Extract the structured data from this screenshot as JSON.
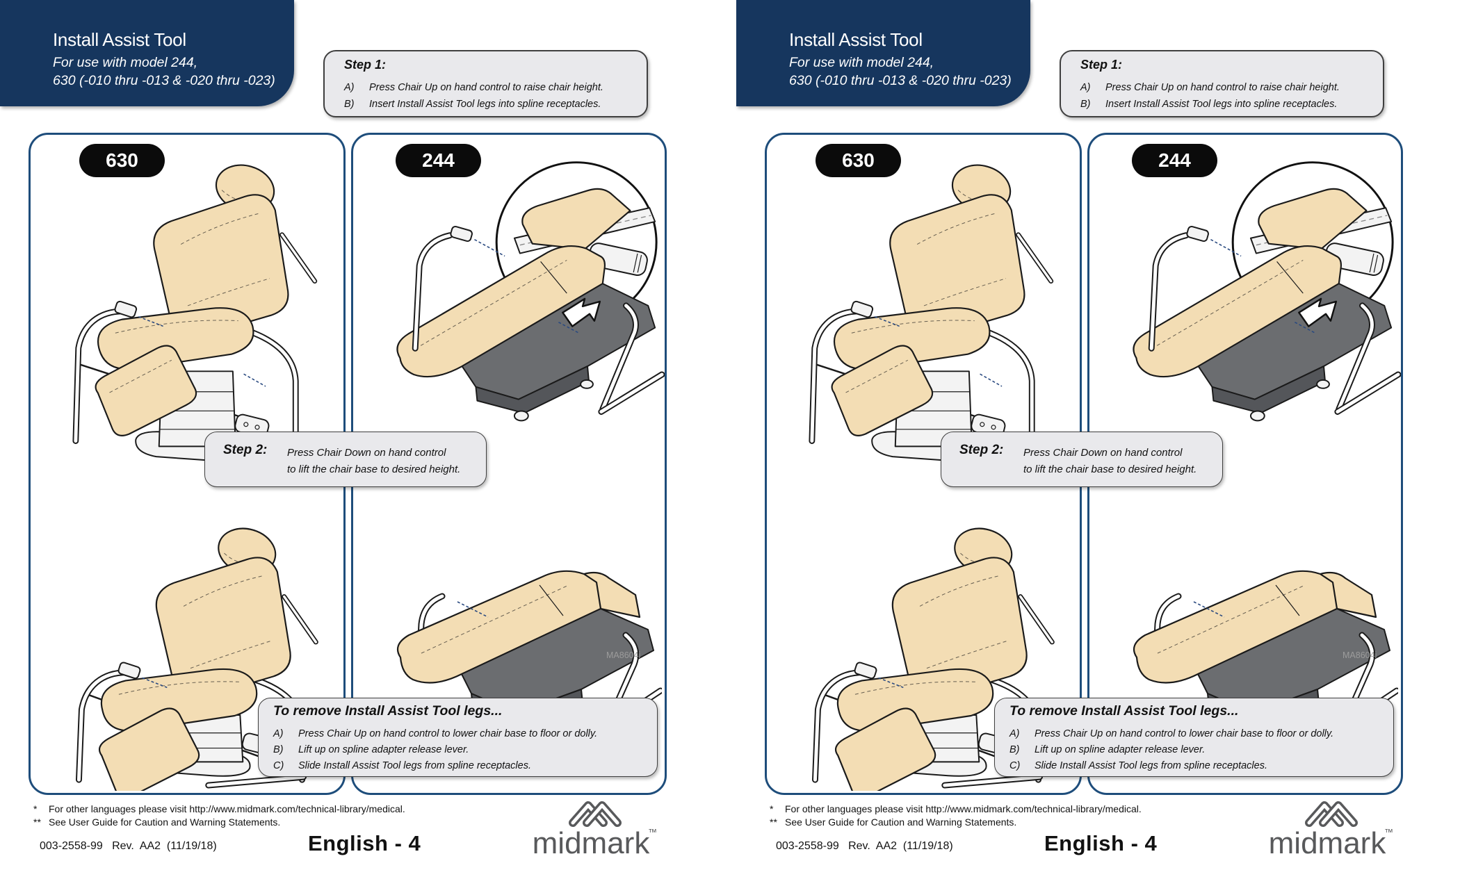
{
  "page": {
    "header": {
      "title": "Install Assist Tool",
      "subtitle_line1": "For use with model 244,",
      "subtitle_line2": "630 (-010 thru -013 & -020 thru -023)"
    },
    "step1": {
      "label": "Step 1:",
      "items": [
        {
          "letter": "A)",
          "text": "Press Chair Up on hand control to raise chair height."
        },
        {
          "letter": "B)",
          "text": "Insert Install Assist Tool legs into spline receptacles."
        }
      ]
    },
    "panels": {
      "left_badge": "630",
      "right_badge": "244"
    },
    "step2": {
      "label": "Step 2:",
      "line1": "Press Chair Down on hand control",
      "line2": "to lift the chair base to desired height."
    },
    "remove": {
      "title": "To remove Install Assist Tool legs...",
      "items": [
        {
          "letter": "A)",
          "text": "Press Chair Up on hand control to lower chair base to floor or dolly."
        },
        {
          "letter": "B)",
          "text": "Lift up on spline adapter release lever."
        },
        {
          "letter": "C)",
          "text": "Slide Install Assist Tool legs from spline receptacles."
        }
      ]
    },
    "figure_code": "MA8604i",
    "footer": {
      "note1_mark": "*",
      "note1": "For other languages please visit http://www.midmark.com/technical-library/medical.",
      "note2_mark": "**",
      "note2": "See User Guide for Caution and Warning Statements.",
      "doc_number": "003-2558-99   Rev.  AA2  (11/19/18)",
      "page_label": "English - 4",
      "brand": "midmark",
      "brand_tm": "™"
    },
    "colors": {
      "navy": "#16365e",
      "panel-border": "#1e4d7b",
      "box-gray": "#e9e9ec",
      "box-border": "#3f3f3f",
      "badge-bg": "#0b0b0b",
      "upholstery": "#f3ddb4",
      "plastic": "#f3f3f3",
      "base-dark": "#6b6d70",
      "base-darker": "#54565a",
      "logo-gray": "#58595b",
      "code-gray": "#9c9c9c",
      "dash-blue": "#2a4a80"
    }
  }
}
